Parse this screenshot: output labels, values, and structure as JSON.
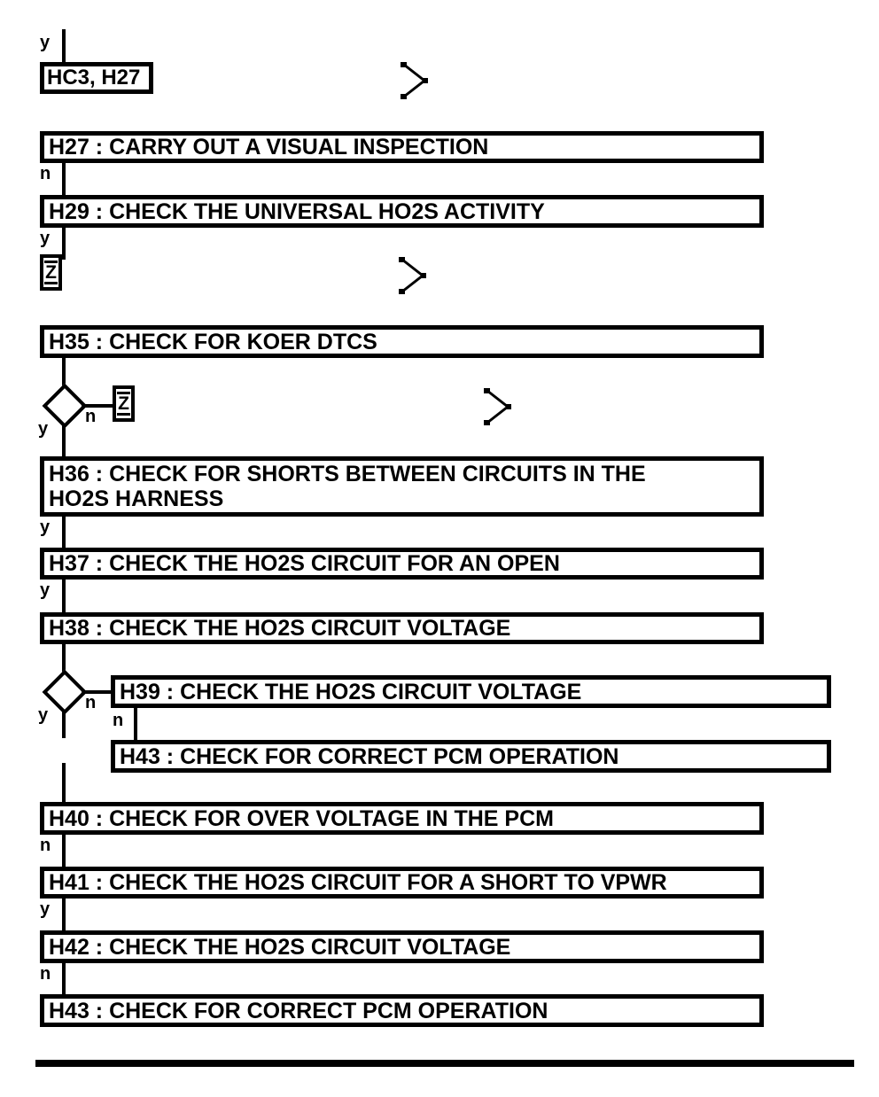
{
  "flowchart": {
    "entry_connector": {
      "label": "HC3, H27"
    },
    "boxes": {
      "h27": {
        "label": "H27 : CARRY OUT A VISUAL INSPECTION"
      },
      "h29": {
        "label": "H29 : CHECK THE UNIVERSAL HO2S ACTIVITY"
      },
      "h35": {
        "label": "H35 : CHECK FOR KOER DTCS"
      },
      "h36": {
        "lines": [
          "H36 : CHECK FOR SHORTS BETWEEN CIRCUITS IN THE",
          "HO2S HARNESS"
        ]
      },
      "h37": {
        "label": "H37 : CHECK THE HO2S CIRCUIT FOR AN OPEN"
      },
      "h38": {
        "label": "H38 : CHECK THE HO2S CIRCUIT VOLTAGE"
      },
      "h39": {
        "label": "H39 : CHECK THE HO2S CIRCUIT VOLTAGE"
      },
      "h43a": {
        "label": "H43 : CHECK FOR CORRECT PCM OPERATION"
      },
      "h40": {
        "label": "H40 : CHECK FOR OVER VOLTAGE IN THE PCM"
      },
      "h41": {
        "label": "H41 : CHECK THE HO2S CIRCUIT FOR A SHORT TO VPWR"
      },
      "h42": {
        "label": "H42 : CHECK THE HO2S CIRCUIT VOLTAGE"
      },
      "h43b": {
        "label": "H43 : CHECK FOR CORRECT PCM OPERATION"
      }
    },
    "branches": {
      "top_y": "y",
      "h27_n": "n",
      "h29_y": "y",
      "d1_n": "n",
      "d1_y": "y",
      "h36_y": "y",
      "h37_y": "y",
      "d2_n": "n",
      "d2_y": "y",
      "h39_n": "n",
      "h40_n": "n",
      "h41_y": "y",
      "h42_n": "n"
    },
    "offpage_connectors": {
      "z1": "Z",
      "z2": "Z"
    },
    "icons": {
      "continue_arrow": "right-chevron",
      "count": 3
    },
    "colors": {
      "ink": "#000000",
      "paper": "#ffffff"
    }
  }
}
